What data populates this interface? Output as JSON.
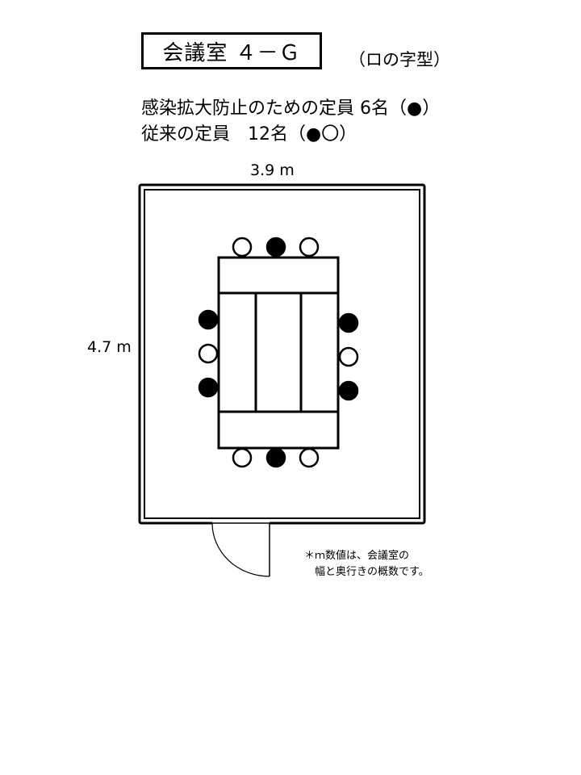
{
  "title": "会議室 ４－Ｇ",
  "layout_type": "（ロの字型）",
  "capacity_infection": "感染拡大防止のための定員 6名（●）",
  "capacity_normal": "従来の定員　12名（●〇）",
  "width_label": "3.9 m",
  "depth_label": "4.7 m",
  "note_line1": "＊ｍ数値は、会議室の",
  "note_line2": "幅と奥行きの概数です。",
  "seat_colors": {
    "occupied": "#000000",
    "empty": "#ffffff"
  }
}
